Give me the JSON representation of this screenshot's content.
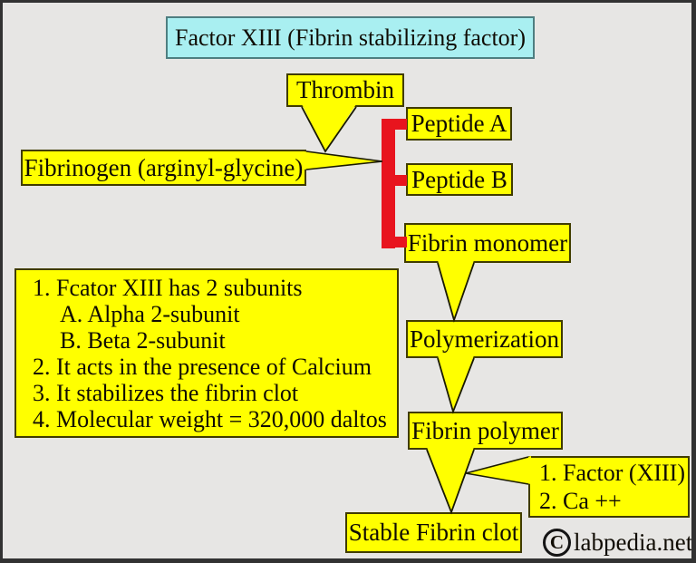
{
  "title": "Factor XIII (Fibrin stabilizing factor)",
  "nodes": {
    "thrombin": "Thrombin",
    "peptide_a": "Peptide A",
    "peptide_b": "Peptide B",
    "fibrin_monomer": "Fibrin monomer",
    "polymerization": "Polymerization",
    "fibrin_polymer": "Fibrin polymer",
    "stable_fibrin_clot": "Stable Fibrin clot",
    "fibrinogen": "Fibrinogen (arginyl-glycine)"
  },
  "info_box": {
    "lines": [
      {
        "text": "1. Fcator XIII has 2 subunits",
        "indent": false
      },
      {
        "text": "A. Alpha 2-subunit",
        "indent": true
      },
      {
        "text": "B. Beta 2-subunit",
        "indent": true
      },
      {
        "text": "2. It acts in the presence of Calcium",
        "indent": false
      },
      {
        "text": "3. It stabilizes the fibrin clot",
        "indent": false
      },
      {
        "text": "4. Molecular weight = 320,000 daltos",
        "indent": false
      }
    ]
  },
  "cofactor_box": {
    "lines": [
      {
        "text": "1. Factor (XIII)",
        "indent": false
      },
      {
        "text": "2. Ca ++",
        "indent": false
      }
    ]
  },
  "watermark": {
    "letter": "C",
    "text": "labpedia.net"
  },
  "colors": {
    "node_fill": "#ffff00",
    "node_border": "#403c00",
    "title_fill": "#a9eff1",
    "bracket_red": "#e8141e",
    "background": "#e7e6e4"
  }
}
